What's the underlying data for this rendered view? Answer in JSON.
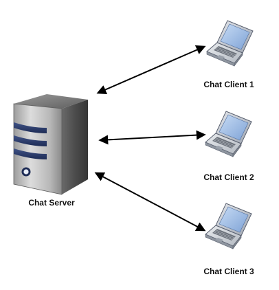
{
  "diagram": {
    "server": {
      "label": "Chat Server",
      "icon": "server-tower-icon"
    },
    "clients": [
      {
        "label": "Chat Client 1",
        "icon": "laptop-icon"
      },
      {
        "label": "Chat Client 2",
        "icon": "laptop-icon"
      },
      {
        "label": "Chat Client 3",
        "icon": "laptop-icon"
      }
    ],
    "connections": [
      {
        "from": "Chat Server",
        "to": "Chat Client 1",
        "direction": "bidirectional"
      },
      {
        "from": "Chat Server",
        "to": "Chat Client 2",
        "direction": "bidirectional"
      },
      {
        "from": "Chat Server",
        "to": "Chat Client 3",
        "direction": "bidirectional"
      }
    ],
    "colors": {
      "server_body": "#6b6b6b",
      "server_bands": "#2e3f6e",
      "laptop_screen": "#a9c3e6",
      "laptop_body": "#cfd3d8",
      "connector": "#000000"
    }
  }
}
